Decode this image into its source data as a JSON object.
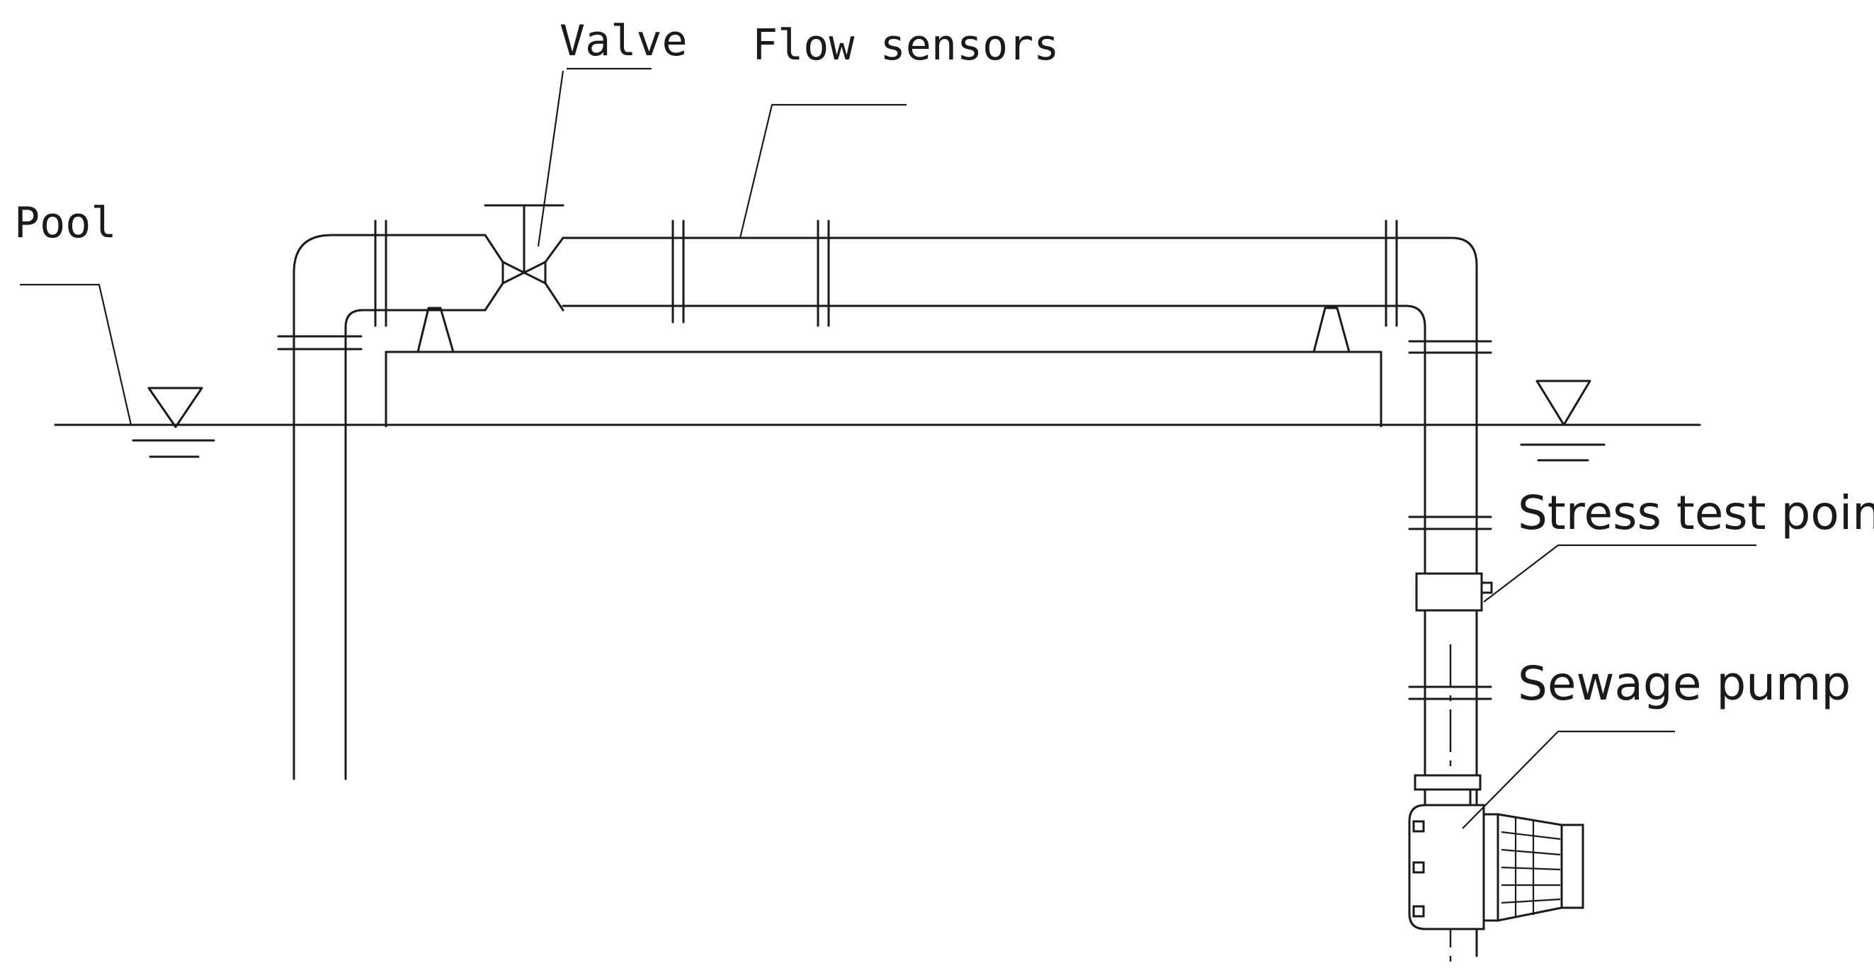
{
  "labels": {
    "valve": "Valve",
    "flow_sensors": "Flow sensors",
    "pool": "Pool",
    "stress_test_point": "Stress test point",
    "sewage_pump": "Sewage pump"
  }
}
